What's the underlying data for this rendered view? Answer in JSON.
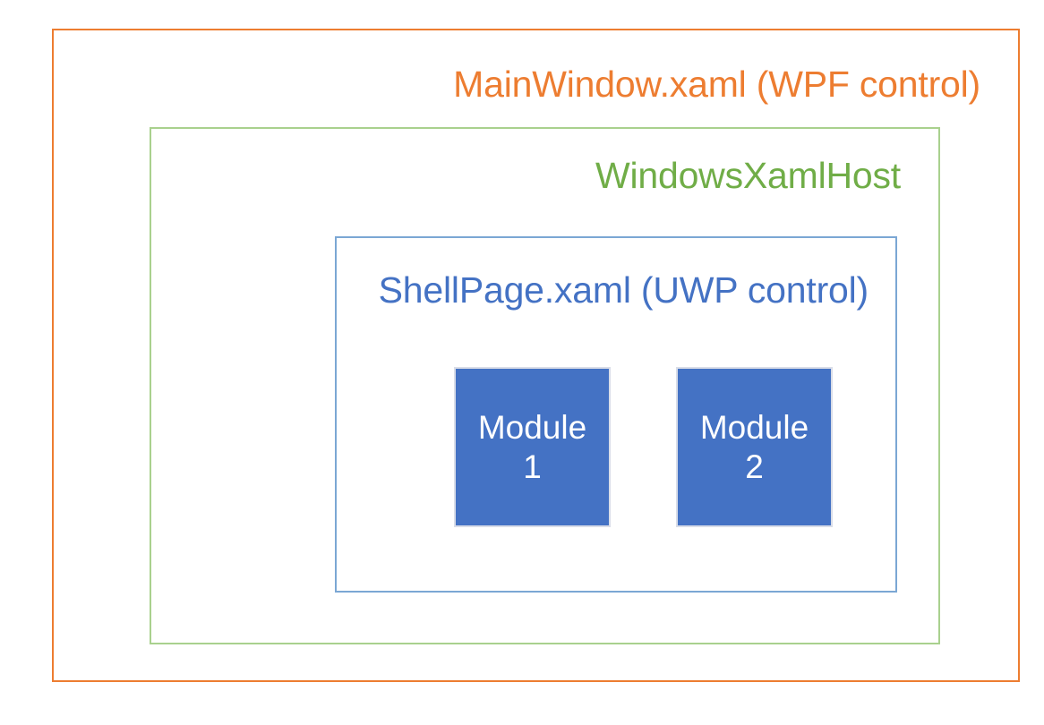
{
  "diagram": {
    "type": "nested-boxes",
    "background_color": "#FFFFFF",
    "layers": [
      {
        "id": "mainwindow",
        "title": "MainWindow.xaml (WPF control)",
        "border_color": "#ED7D31",
        "text_color": "#ED7D31"
      },
      {
        "id": "windowsxamlhost",
        "title": "WindowsXamlHost",
        "border_color": "#A9D18E",
        "text_color": "#70AD47"
      },
      {
        "id": "shellpage",
        "title": "ShellPage.xaml (UWP control)",
        "border_color": "#7BA7D4",
        "text_color": "#4472C4"
      }
    ],
    "modules": [
      {
        "id": "module-1",
        "line1": "Module",
        "line2": "1",
        "fill_color": "#4472C4",
        "border_color": "#D9DDE8",
        "text_color": "#FFFFFF"
      },
      {
        "id": "module-2",
        "line1": "Module",
        "line2": "2",
        "fill_color": "#4472C4",
        "border_color": "#D9DDE8",
        "text_color": "#FFFFFF"
      }
    ]
  }
}
